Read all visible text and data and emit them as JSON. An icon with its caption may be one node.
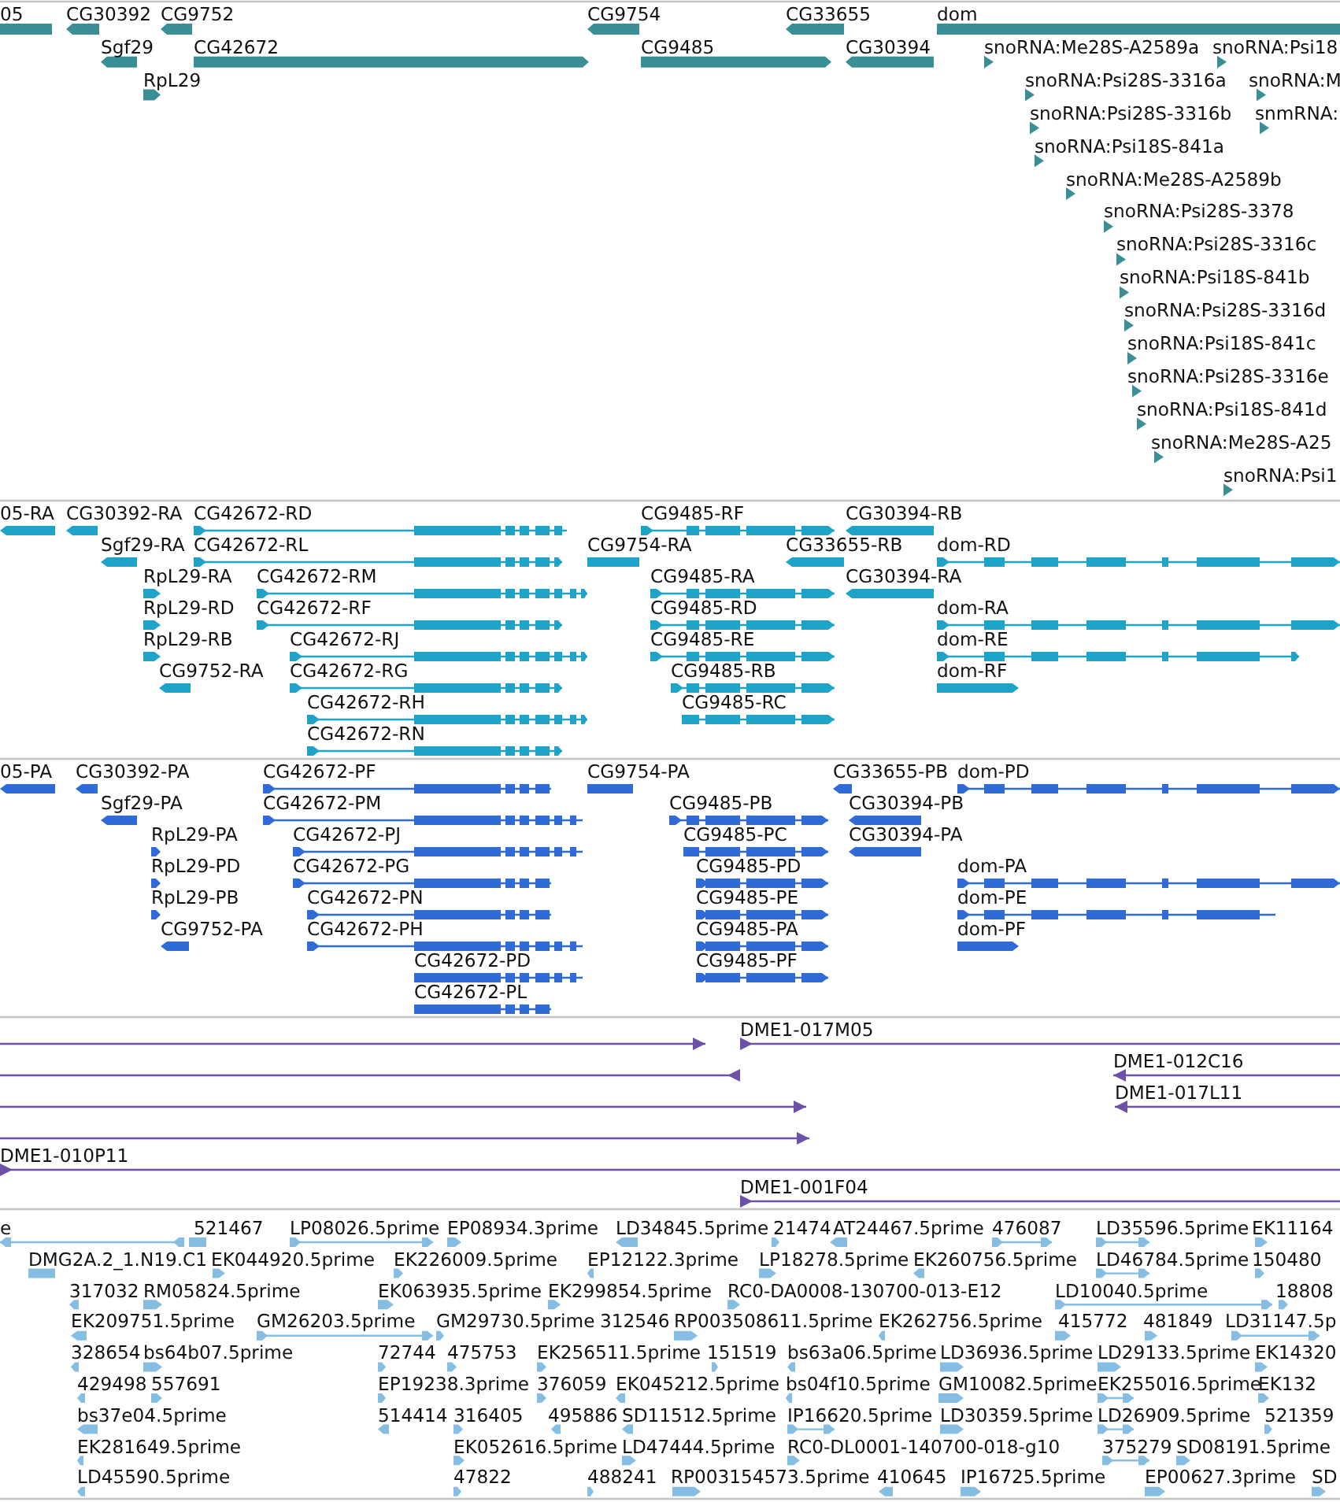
{
  "diagram": {
    "labels": [
      "05",
      "CG30392",
      "CG9752",
      "CG9754",
      "CG33655",
      "dom",
      "Sgf29",
      "CG42672",
      "CG9485",
      "CG30394",
      "snoRNA:Me28S-A2589a",
      "snoRNA:Psi18",
      "RpL29",
      "snoRNA:Psi28S-3316a",
      "snoRNA:M",
      "snoRNA:Psi28S-3316b",
      "snmRNA:",
      "snoRNA:Psi18S-841a",
      "snoRNA:Me28S-A2589b",
      "snoRNA:Psi28S-3378",
      "snoRNA:Psi28S-3316c",
      "snoRNA:Psi18S-841b",
      "snoRNA:Psi28S-3316d",
      "snoRNA:Psi18S-841c",
      "snoRNA:Psi28S-3316e",
      "snoRNA:Psi18S-841d",
      "snoRNA:Me28S-A25",
      "snoRNA:Psi1",
      "05-RA",
      "CG30392-RA",
      "CG42672-RD",
      "CG9485-RF",
      "CG30394-RB",
      "Sgf29-RA",
      "CG42672-RL",
      "CG9754-RA",
      "CG33655-RB",
      "dom-RD",
      "RpL29-RA",
      "CG42672-RM",
      "CG9485-RA",
      "CG30394-RA",
      "RpL29-RD",
      "CG42672-RF",
      "CG9485-RD",
      "dom-RA",
      "RpL29-RB",
      "CG42672-RJ",
      "CG9485-RE",
      "dom-RE",
      "CG9752-RA",
      "CG42672-RG",
      "CG9485-RB",
      "dom-RF",
      "CG42672-RH",
      "CG9485-RC",
      "CG42672-RN",
      "05-PA",
      "CG30392-PA",
      "CG42672-PF",
      "CG9754-PA",
      "CG33655-PB",
      "dom-PD",
      "Sgf29-PA",
      "CG42672-PM",
      "CG9485-PB",
      "CG30394-PB",
      "RpL29-PA",
      "CG42672-PJ",
      "CG9485-PC",
      "CG30394-PA",
      "RpL29-PD",
      "CG42672-PG",
      "CG9485-PD",
      "dom-PA",
      "RpL29-PB",
      "CG42672-PN",
      "CG9485-PE",
      "dom-PE",
      "CG9752-PA",
      "CG42672-PH",
      "CG9485-PA",
      "dom-PF",
      "CG42672-PD",
      "CG9485-PF",
      "CG42672-PL",
      "DME1-017M05",
      "DME1-012C16",
      "DME1-017L11",
      "DME1-010P11",
      "DME1-001F04",
      "e",
      "521467",
      "LP08026.5prime",
      "EP08934.3prime",
      "LD34845.5prime",
      "21474",
      "AT24467.5prime",
      "476087",
      "LD35596.5prime",
      "EK11164",
      "DMG2A.2_1.N19.C1",
      "EK044920.5prime",
      "EK226009.5prime",
      "EP12122.3prime",
      "LP18278.5prime",
      "EK260756.5prime",
      "LD46784.5prime",
      "150480",
      "317032",
      "RM05824.5prime",
      "EK063935.5prime",
      "EK299854.5prime",
      "RC0-DA0008-130700-013-E12",
      "LD10040.5prime",
      "18808",
      "EK209751.5prime",
      "GM26203.5prime",
      "GM29730.5prime",
      "312546",
      "RP003508611.5prime",
      "EK262756.5prime",
      "415772",
      "481849",
      "LD31147.5p",
      "328654",
      "bs64b07.5prime",
      "72744",
      "475753",
      "EK256511.5prime",
      "151519",
      "bs63a06.5prime",
      "LD36936.5prime",
      "LD29133.5prime",
      "EK14320",
      "429498",
      "557691",
      "EP19238.3prime",
      "376059",
      "EK045212.5prime",
      "bs04f10.5prime",
      "GM10082.5prime",
      "EK255016.5prime",
      "EK132",
      "bs37e04.5prime",
      "514414",
      "316405",
      "495886",
      "SD11512.5prime",
      "IP16620.5prime",
      "LD30359.5prime",
      "LD26909.5prime",
      "521359",
      "EK281649.5prime",
      "EK052616.5prime",
      "LD47444.5prime",
      "RC0-DL0001-140700-018-g10",
      "375279",
      "SD08191.5prime",
      "LD45590.5prime",
      "47822",
      "488241",
      "RP003154573.5prime",
      "410645",
      "IP16725.5prime",
      "EP00627.3prime",
      "SD"
    ]
  }
}
